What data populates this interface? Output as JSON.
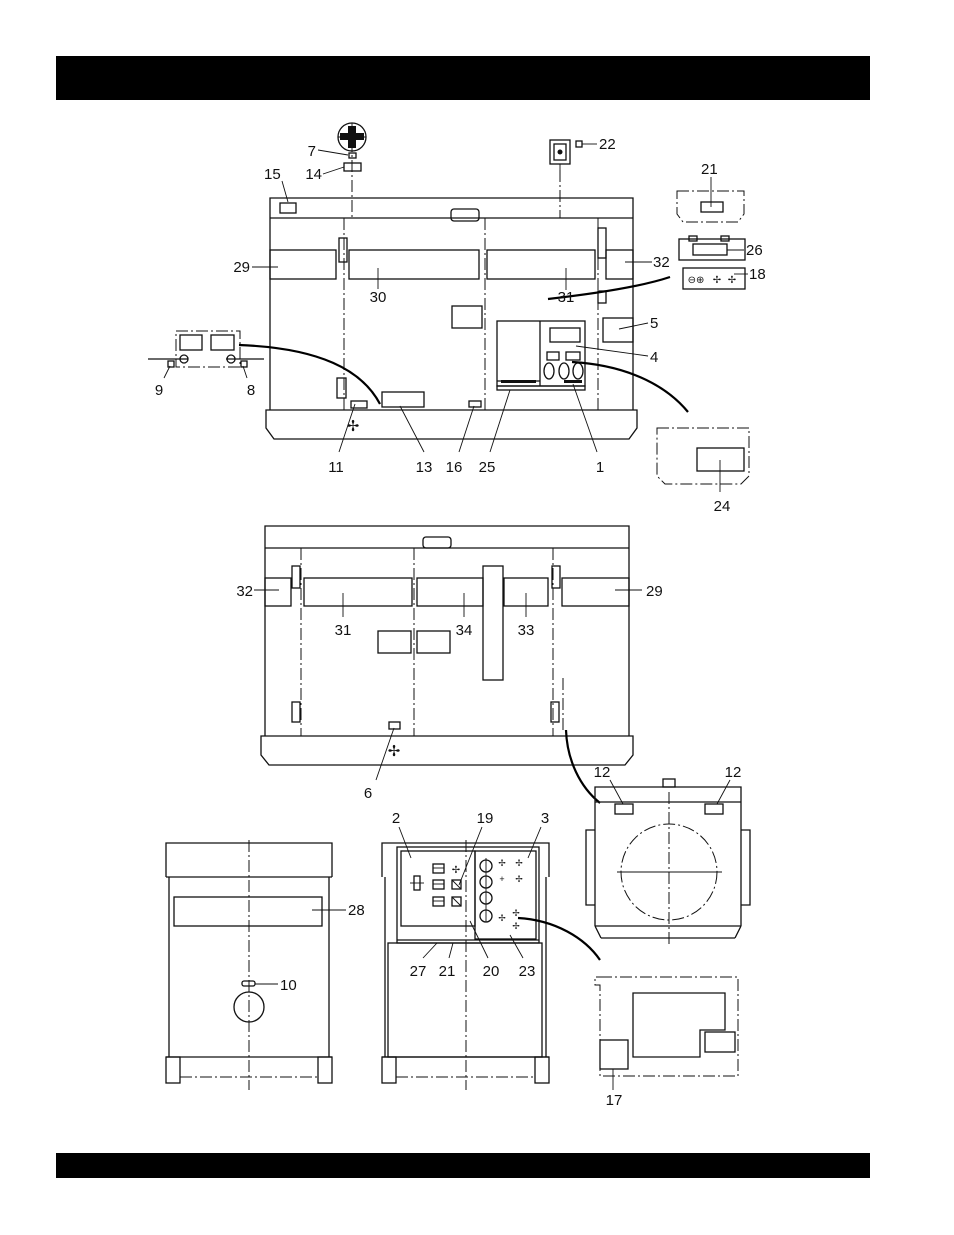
{
  "header_bar": {
    "color": "#000000"
  },
  "footer_bar": {
    "color": "#000000"
  },
  "callouts": {
    "c1": "1",
    "c2": "2",
    "c3": "3",
    "c4": "4",
    "c5": "5",
    "c6": "6",
    "c7": "7",
    "c8": "8",
    "c9": "9",
    "c10": "10",
    "c11": "11",
    "c12": "12",
    "c13": "13",
    "c14": "14",
    "c15": "15",
    "c16": "16",
    "c17": "17",
    "c18": "18",
    "c19": "19",
    "c20": "20",
    "c21": "21",
    "c22": "22",
    "c23": "23",
    "c24": "24",
    "c25": "25",
    "c26": "26",
    "c27": "27",
    "c28": "28",
    "c29": "29",
    "c30": "30",
    "c31": "31",
    "c32": "32",
    "c33": "33",
    "c34": "34"
  }
}
